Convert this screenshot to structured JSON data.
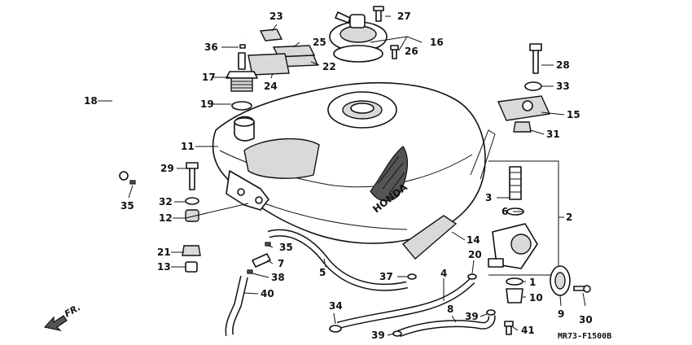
{
  "diagram": {
    "code": "MR73-F1500B",
    "direction_label": "FR.",
    "callouts": [
      {
        "id": "c1",
        "label": "1"
      },
      {
        "id": "c2",
        "label": "2"
      },
      {
        "id": "c3",
        "label": "3"
      },
      {
        "id": "c4",
        "label": "4"
      },
      {
        "id": "c5",
        "label": "5"
      },
      {
        "id": "c6",
        "label": "6"
      },
      {
        "id": "c7",
        "label": "7"
      },
      {
        "id": "c8",
        "label": "8"
      },
      {
        "id": "c9",
        "label": "9"
      },
      {
        "id": "c10",
        "label": "10"
      },
      {
        "id": "c11",
        "label": "11"
      },
      {
        "id": "c12",
        "label": "12"
      },
      {
        "id": "c13",
        "label": "13"
      },
      {
        "id": "c14",
        "label": "14"
      },
      {
        "id": "c15",
        "label": "15"
      },
      {
        "id": "c16",
        "label": "16"
      },
      {
        "id": "c17",
        "label": "17"
      },
      {
        "id": "c18",
        "label": "18"
      },
      {
        "id": "c19",
        "label": "19"
      },
      {
        "id": "c20",
        "label": "20"
      },
      {
        "id": "c21",
        "label": "21"
      },
      {
        "id": "c22",
        "label": "22"
      },
      {
        "id": "c23",
        "label": "23"
      },
      {
        "id": "c24",
        "label": "24"
      },
      {
        "id": "c25",
        "label": "25"
      },
      {
        "id": "c26",
        "label": "26"
      },
      {
        "id": "c27",
        "label": "27"
      },
      {
        "id": "c28",
        "label": "28"
      },
      {
        "id": "c29",
        "label": "29"
      },
      {
        "id": "c30",
        "label": "30"
      },
      {
        "id": "c31",
        "label": "31"
      },
      {
        "id": "c32",
        "label": "32"
      },
      {
        "id": "c33",
        "label": "33"
      },
      {
        "id": "c34",
        "label": "34"
      },
      {
        "id": "c35a",
        "label": "35"
      },
      {
        "id": "c35b",
        "label": "35"
      },
      {
        "id": "c36",
        "label": "36"
      },
      {
        "id": "c37",
        "label": "37"
      },
      {
        "id": "c38",
        "label": "38"
      },
      {
        "id": "c39a",
        "label": "39"
      },
      {
        "id": "c39b",
        "label": "39"
      },
      {
        "id": "c40",
        "label": "40"
      },
      {
        "id": "c41",
        "label": "41"
      }
    ],
    "tank_emblem_text": "HONDA"
  }
}
